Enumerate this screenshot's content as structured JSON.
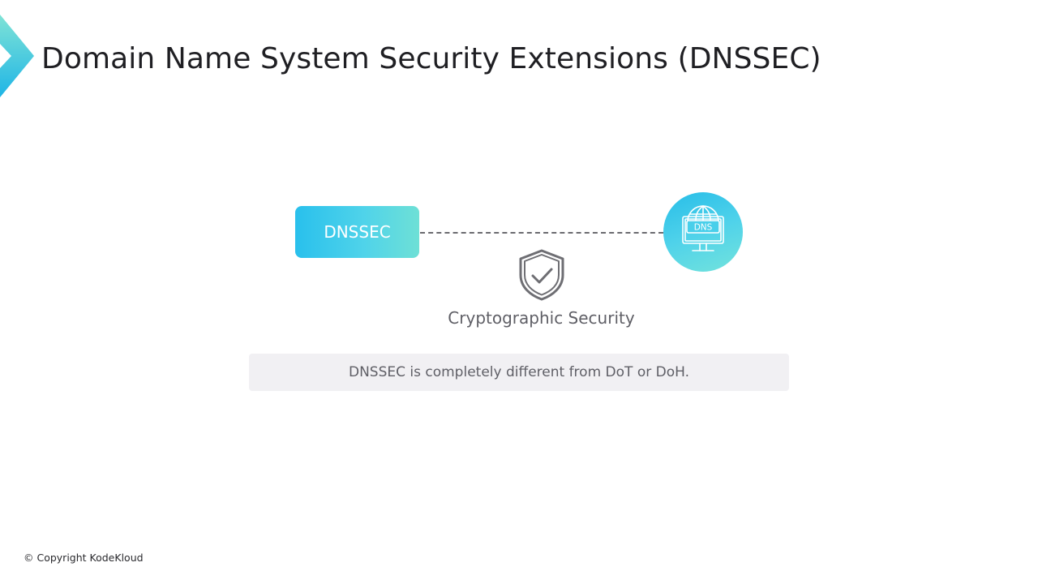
{
  "slide": {
    "title": "Domain Name System Security Extensions (DNSSEC)",
    "footer": "© Copyright KodeKloud"
  },
  "diagram": {
    "source_node": {
      "label": "DNSSEC",
      "gradient": [
        "#29c0ec",
        "#6ee0d6"
      ]
    },
    "connector": {
      "style": "dashed"
    },
    "target_node": {
      "icon": "dns-monitor-globe-icon",
      "label": "DNS"
    },
    "middle_icon": "shield-check-icon",
    "middle_label": "Cryptographic Security"
  },
  "note": {
    "text": "DNSSEC is completely different from DoT or DoH."
  },
  "colors": {
    "accent": "#29c0ec",
    "accent_light": "#6ee0d6",
    "title_text": "#1f1f23",
    "muted_text": "#5f5f66",
    "note_background": "#f1f0f3"
  }
}
